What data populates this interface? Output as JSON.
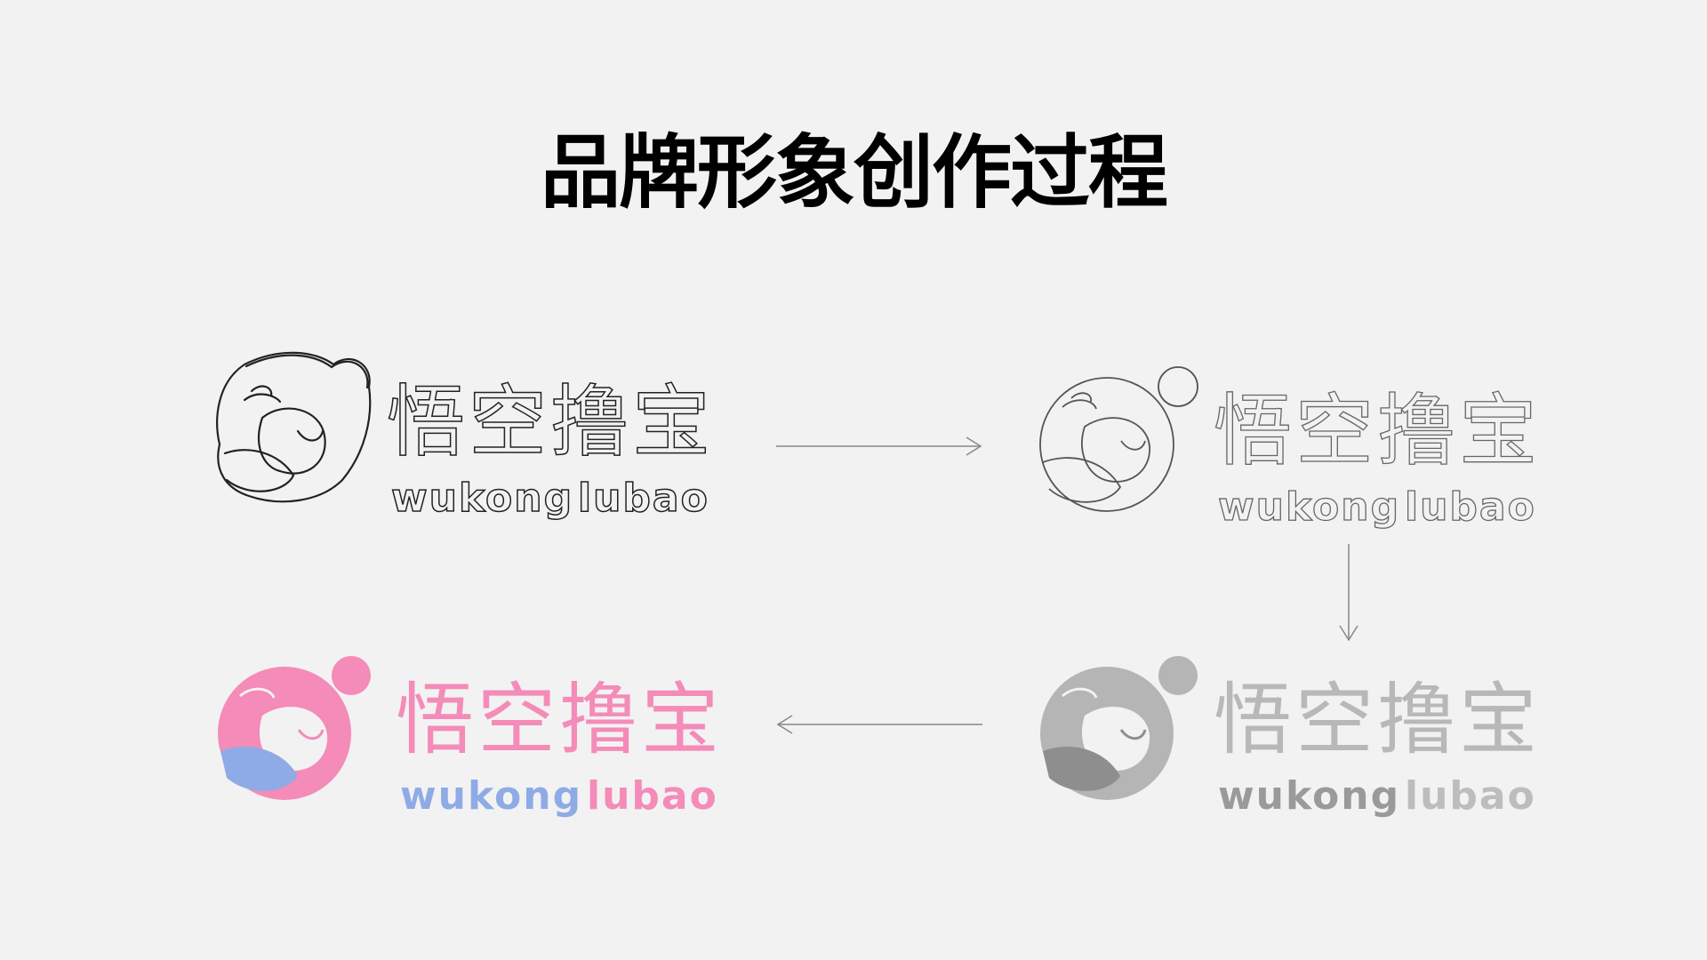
{
  "title": "品牌形象创作过程",
  "logo": {
    "name_cn": "悟空撸宝",
    "name_en_part1": "wukong",
    "name_en_part2": "lubao"
  },
  "colors": {
    "background": "#f2f2f2",
    "arrow": "#888888",
    "pink": "#f48bb8",
    "blue": "#8fabe6",
    "gray_dark": "#9a9a9a",
    "gray_light": "#bdbdbd",
    "outline": "#555555",
    "sketch": "#222222"
  },
  "stages": [
    {
      "id": "sketch",
      "style": "hand-drawn sketch"
    },
    {
      "id": "outline",
      "style": "vector outline"
    },
    {
      "id": "grayscale",
      "style": "grayscale fill"
    },
    {
      "id": "color",
      "style": "final color"
    }
  ]
}
